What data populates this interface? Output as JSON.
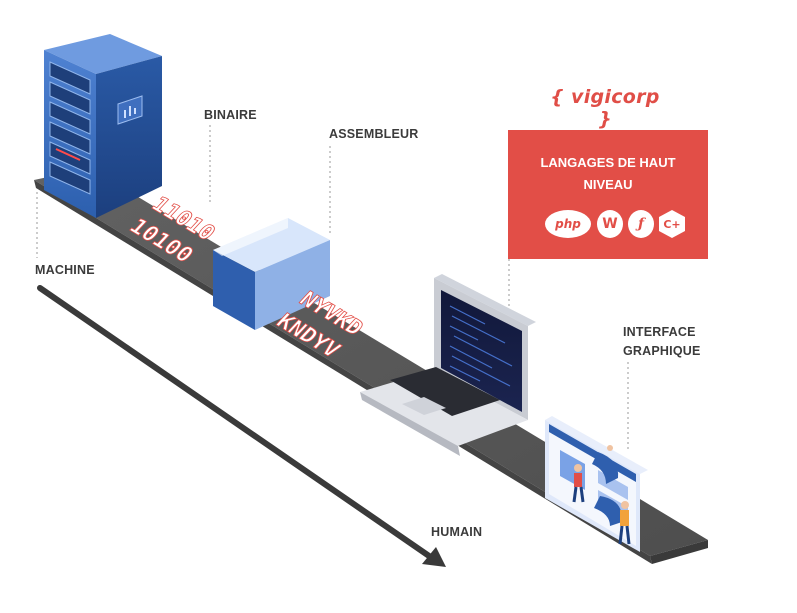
{
  "labels": {
    "binaire": "BINAIRE",
    "assembleur": "ASSEMBLEUR",
    "machine": "MACHINE",
    "humain": "HUMAIN",
    "interface_line1": "INTERFACE",
    "interface_line2": "GRAPHIQUE"
  },
  "brand": "{ vigicorp }",
  "high_level": {
    "title_line1": "LANGAGES DE HAUT",
    "title_line2": "NIVEAU",
    "icons": [
      "php-logo-icon",
      "wordpress-logo-icon",
      "symfony-logo-icon",
      "cpp-logo-icon"
    ],
    "icon_text": {
      "php": "php",
      "wordpress": "W",
      "symfony": "ƒ",
      "cpp": "C+"
    }
  },
  "binary": {
    "line1": "11010",
    "line2": "10100"
  },
  "assembly": {
    "line1": "NYVKD",
    "line2": "KNDYV"
  },
  "colors": {
    "accent": "#e24e47",
    "belt": "#5a5a5a",
    "server_blue": "#2a5aa6",
    "label_gray": "#3b3b3b"
  }
}
